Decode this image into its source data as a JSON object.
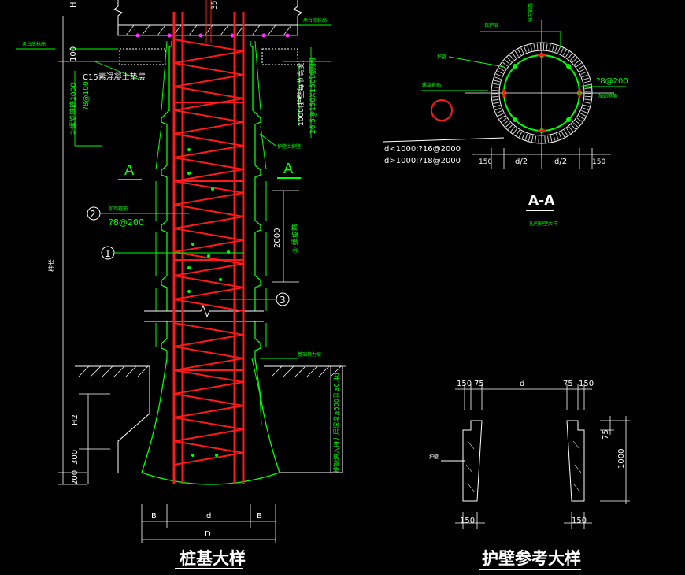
{
  "titles": {
    "main": "桩基大样",
    "wall": "护壁参考大样",
    "section": "A-A",
    "section_note": "孔内护壁大样"
  },
  "markers": {
    "n1": "1",
    "n2": "2",
    "n3": "3",
    "a": "A"
  },
  "labels": {
    "left_top_h": "H",
    "dim_100": "100",
    "c15": "C15素混凝土垫层",
    "ring_note": "②螺旋箍筋2000",
    "ring_spec": "?8@100",
    "callout2_a": "加劲箍筋",
    "callout2_b": "?8@200",
    "dim_2000": "2000",
    "note3": "③ 螺旋箍",
    "pile_len": "桩长",
    "dim_h2": "H2",
    "dim_300": "300",
    "dim_200": "200",
    "dim_B_left": "B",
    "dim_d": "d",
    "dim_B_right": "B",
    "dim_D": "D",
    "vert_1000": "1000(护壁每节高度)",
    "vert_spec": "26.5@150X150钢筋网",
    "right_note": "护壁土护壁",
    "ground_note": "基础持力层",
    "bearing_note": "桩端进入持力层深度≥500且≥0.4d",
    "top_right_note": "承台底标高",
    "top_left_note": "承台底标高",
    "dim_35": "35"
  },
  "section": {
    "cover": "保护层",
    "ring": "护壁",
    "stir": "?8@200",
    "stir_note": "加劲箍筋",
    "spiral": "螺旋箍筋",
    "main_note": "纵向钢筋",
    "rule1": "d<1000:?16@2000",
    "rule2": "d>1000:?18@2000",
    "dim_150_left": "150",
    "dim_d2_left": "d/2",
    "dim_d2_right": "d/2",
    "dim_150_right": "150"
  },
  "wall": {
    "dim_150_l": "150",
    "dim_75_l": "75",
    "dim_d": "d",
    "dim_75_r": "75",
    "dim_150_r": "150",
    "dim_75_v": "75",
    "dim_1000_v": "1000",
    "bot_150_l": "150",
    "bot_150_r": "150",
    "note": "护壁"
  },
  "colors": {
    "green": "#00ff00",
    "red": "#ff1a1a",
    "white": "#ffffff",
    "magenta": "#ff33ff",
    "background": "#000000"
  }
}
